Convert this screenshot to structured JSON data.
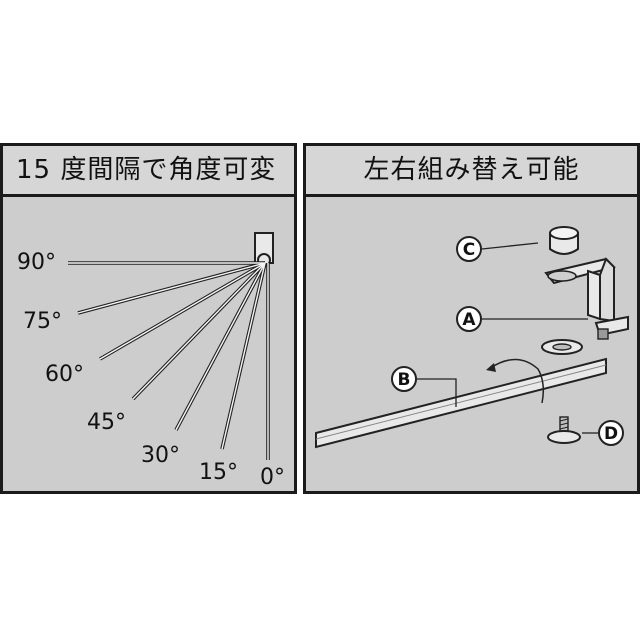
{
  "left_panel": {
    "title": "15 度間隔で角度可変",
    "angles": [
      "90°",
      "75°",
      "60°",
      "45°",
      "30°",
      "15°",
      "0°"
    ]
  },
  "right_panel": {
    "title": "左右組み替え可能",
    "parts": [
      "C",
      "A",
      "B",
      "D"
    ]
  },
  "colors": {
    "panel_background": "#cdcdcd",
    "header_background": "#d6d6d6",
    "border": "#1b1b1b",
    "metal": "#e9e9e9",
    "callout_fill": "#ffffff"
  }
}
